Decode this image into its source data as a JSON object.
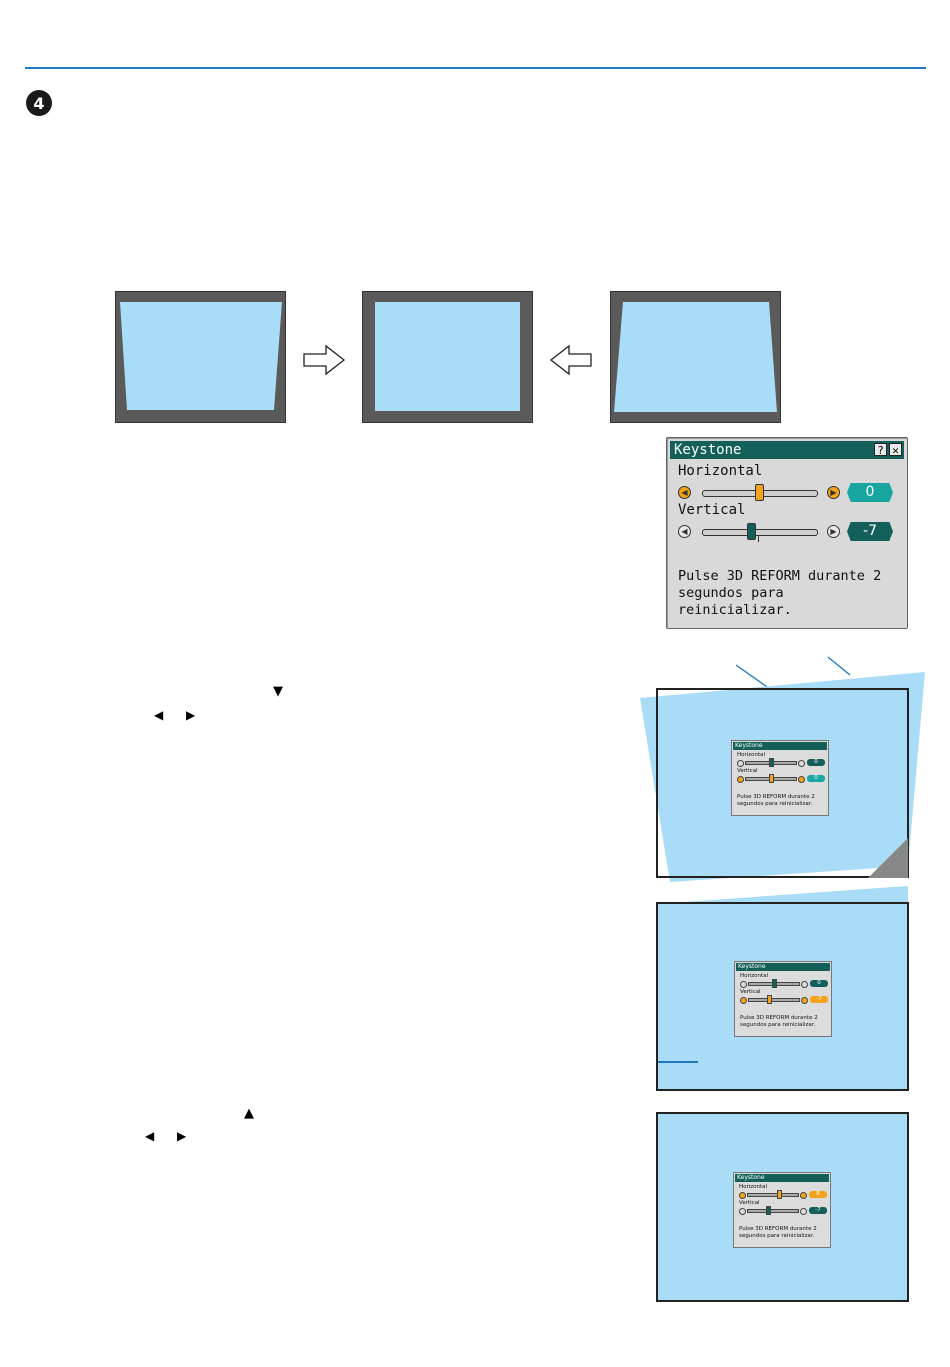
{
  "step": {
    "badge": "4"
  },
  "keystone": {
    "title": "Keystone",
    "help_icon": "question-icon",
    "close_icon": "close-icon",
    "horizontal": {
      "label": "Horizontal",
      "value": "0",
      "level": 0.5
    },
    "vertical": {
      "label": "Vertical",
      "value": "-7",
      "level": 0.43
    },
    "message_line1": "Pulse 3D REFORM durante 2",
    "message_line2": "segundos para reinicializar."
  },
  "mini1": {
    "title": "Keystone",
    "horizontal_label": "Horizontal",
    "horizontal_value": "0",
    "vertical_label": "Vertical",
    "vertical_value": "0",
    "message_line1": "Pulse 3D REFORM durante 2",
    "message_line2": "segundos para reinicializar."
  },
  "mini2": {
    "title": "Keystone",
    "horizontal_label": "Horizontal",
    "horizontal_value": "0",
    "vertical_label": "Vertical",
    "vertical_value": "-7",
    "message_line1": "Pulse 3D REFORM durante 2",
    "message_line2": "segundos para reinicializar."
  },
  "mini3": {
    "title": "Keystone",
    "horizontal_label": "Horizontal",
    "horizontal_value": "8",
    "vertical_label": "Vertical",
    "vertical_value": "-7",
    "message_line1": "Pulse 3D REFORM durante 2",
    "message_line2": "segundos para reinicializar."
  },
  "icons": {
    "down": "▼",
    "left": "◀",
    "right": "▶",
    "up": "▲"
  },
  "colors": {
    "accent": "#1f78c1",
    "screen_blue": "#a8dcf7",
    "teal": "#13605a",
    "teal_light": "#1aa6a0",
    "orange": "#f3a21c"
  }
}
